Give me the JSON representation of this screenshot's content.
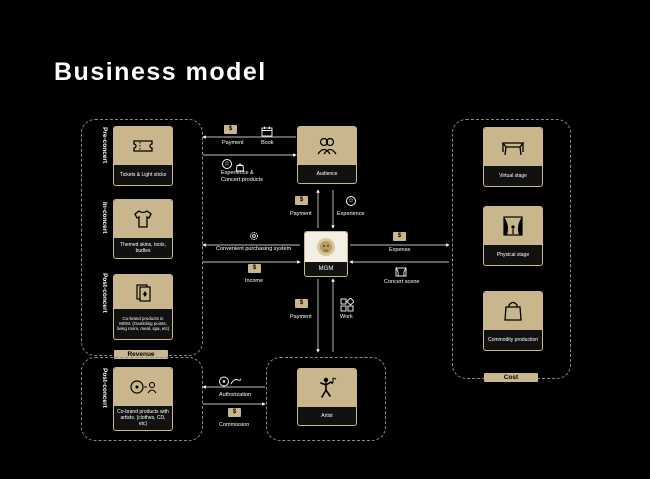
{
  "title": "Business model",
  "groups": {
    "revenue_label": "Revenue",
    "cost_label": "Cost",
    "pre_concert": "Pre-concert",
    "in_concert": "In-concert",
    "post_concert": "Post-concert",
    "post_concert_2": "Post-concert"
  },
  "cards": {
    "tickets": "Tickets & Light sticks",
    "themed": "Themed skins, tools, budles",
    "cobrand_mgm": "Co-brand products in MGM. (Gambling points, living room, meal, spa, etc)",
    "cobrand_artists": "Co-brand products with artists. (clothes, CD, etc)",
    "audience": "Audience",
    "artist": "Artist",
    "virtual_stage": "Virtual stage",
    "physical_stage": "Physical stage",
    "commodity": "Commodity production",
    "mgm": "MGM"
  },
  "flows": {
    "payment_top": "Payment",
    "book": "Book",
    "experience_concert": "Experience & Concert products",
    "payment_left": "Payment",
    "experience": "Experience",
    "convenient": "Convenient purchasing system",
    "income": "Income",
    "expense": "Expense",
    "concert_scene": "Concert scene",
    "payment_mid": "Payment",
    "work": "Work",
    "authorization": "Authorization",
    "commission": "Commission"
  },
  "colors": {
    "accent": "#c9b68c",
    "background": "#000000"
  }
}
